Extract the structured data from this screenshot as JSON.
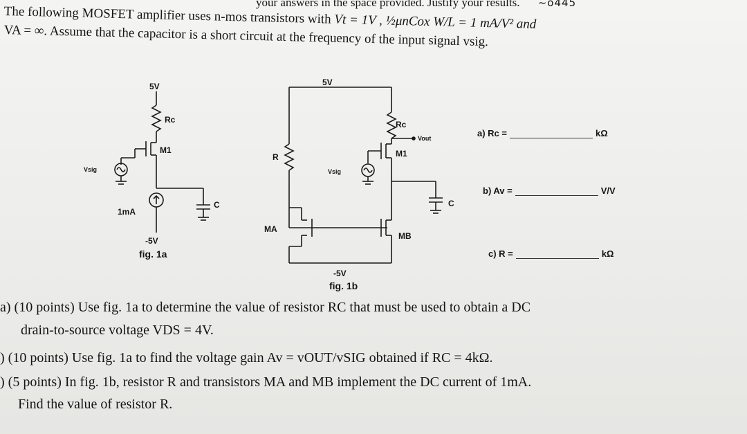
{
  "header": {
    "fragment": "your answers in the space provided. Justify your results.",
    "handwriting": "~o445"
  },
  "problem": {
    "line1": "The following MOSFET amplifier uses n-mos transistors with",
    "line1_math": "Vt = 1V , ½μnCox W/L = 1 mA/V² and",
    "line2": "VA = ∞. Assume that the capacitor is a short circuit at the frequency of the input signal vsig."
  },
  "fig1a": {
    "vdd": "5V",
    "rc": "Rc",
    "m1": "M1",
    "vsig": "Vsig",
    "current": "1mA",
    "c": "C",
    "vss": "-5V",
    "caption": "fig. 1a"
  },
  "fig1b": {
    "vdd": "5V",
    "rc": "Rc",
    "vout": "Vout",
    "m1": "M1",
    "r": "R",
    "vsig": "Vsig",
    "c": "C",
    "ma": "MA",
    "mb": "MB",
    "vss": "-5V",
    "caption": "fig. 1b"
  },
  "answers": {
    "a_label": "a) Rc =",
    "a_unit": "kΩ",
    "b_label": "b) Av =",
    "b_unit": "V/V",
    "c_label": "c) R =",
    "c_unit": "kΩ"
  },
  "questions": {
    "a_line1": "a) (10 points) Use fig. 1a to determine the value of resistor RC that must be used to obtain a DC",
    "a_line2": "drain-to-source voltage VDS = 4V.",
    "b_line1": ") (10 points) Use fig. 1a to find the voltage gain Av = vOUT/vSIG obtained if RC = 4kΩ.",
    "c_line1": ") (5 points) In fig. 1b, resistor R and transistors MA and MB implement the DC current of 1mA.",
    "c_line2": "Find the value of resistor R."
  }
}
